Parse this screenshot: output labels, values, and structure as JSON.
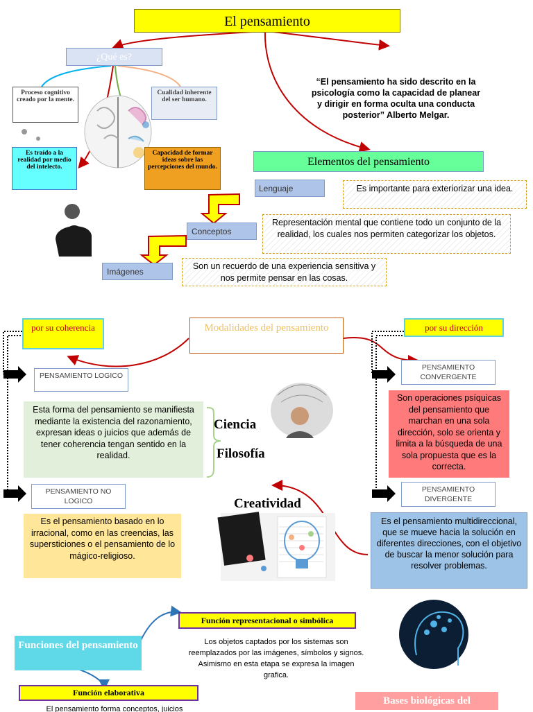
{
  "title": "El pensamiento",
  "que_es": "¿Qué es?",
  "boxes": {
    "proceso": "Proceso cognitivo creado por la mente.",
    "cualidad": "Cualidad inherente del ser humano.",
    "traido": "Es traído a la realidad por medio del intelecto.",
    "capacidad": "Capacidad de formar ideas sobre las percepciones del mundo."
  },
  "quote": "“El pensamiento ha sido descrito en la psicología como la capacidad de planear y dirigir en forma oculta una conducta posterior” Alberto Melgar.",
  "elementos": {
    "title": "Elementos del pensamiento",
    "items": [
      {
        "label": "Lenguaje",
        "desc": "Es importante para exteriorizar una idea."
      },
      {
        "label": "Conceptos",
        "desc": "Representación mental que contiene todo un conjunto de la realidad, los cuales nos permiten categorizar los objetos."
      },
      {
        "label": "Imágenes",
        "desc": "Son un recuerdo de una experiencia sensitiva y nos permite pensar en las cosas."
      }
    ]
  },
  "modalidades": {
    "title": "Modalidades del pensamiento",
    "coherencia": "por su coherencia",
    "direccion": "por su dirección",
    "logico": "PENSAMIENTO LOGICO",
    "logico_desc": "Esta forma del pensamiento se manifiesta mediante la existencia del razonamiento, expresan ideas o juicios que además de tener coherencia tengan sentido en la realidad.",
    "no_logico": "PENSAMIENTO NO LOGICO",
    "no_logico_desc": "Es el pensamiento basado en lo irracional, como en las creencias, las supersticiones o el pensamiento de lo mágico-religioso.",
    "convergente": "PENSAMIENTO CONVERGENTE",
    "convergente_desc": "Son operaciones psíquicas del pensamiento que marchan en una sola dirección, solo se orienta y limita a la búsqueda de una sola propuesta que es la correcta.",
    "divergente": "PENSAMIENTO DIVERGENTE",
    "divergente_desc": "Es el pensamiento multidireccional, que se mueve hacia la solución en diferentes direcciones, con el objetivo de buscar la menor solución para resolver problemas.",
    "ciencia": "Ciencia",
    "filosofia": "Filosofía",
    "creatividad": "Creatividad"
  },
  "funciones": {
    "title": "Funciones del pensamiento",
    "representacional": "Función representacional o simbólica",
    "representacional_desc": "Los objetos captados por los sistemas son reemplazados por las imágenes, símbolos y signos. Asimismo en esta etapa se expresa la imagen grafica.",
    "elaborativa": "Función elaborativa",
    "elaborativa_desc": "El pensamiento forma conceptos, juicios"
  },
  "bases": "Bases biológicas del",
  "colors": {
    "yellow": "#ffff00",
    "green": "#66ff99",
    "red": "#c00000",
    "orange": "#f0a020",
    "cyan": "#66ffff",
    "blue_box": "#8eaadb",
    "pink": "#ff7b7b",
    "pale_green": "#e2efda",
    "pale_yellow": "#ffe699",
    "light_blue": "#9dc3e6"
  }
}
